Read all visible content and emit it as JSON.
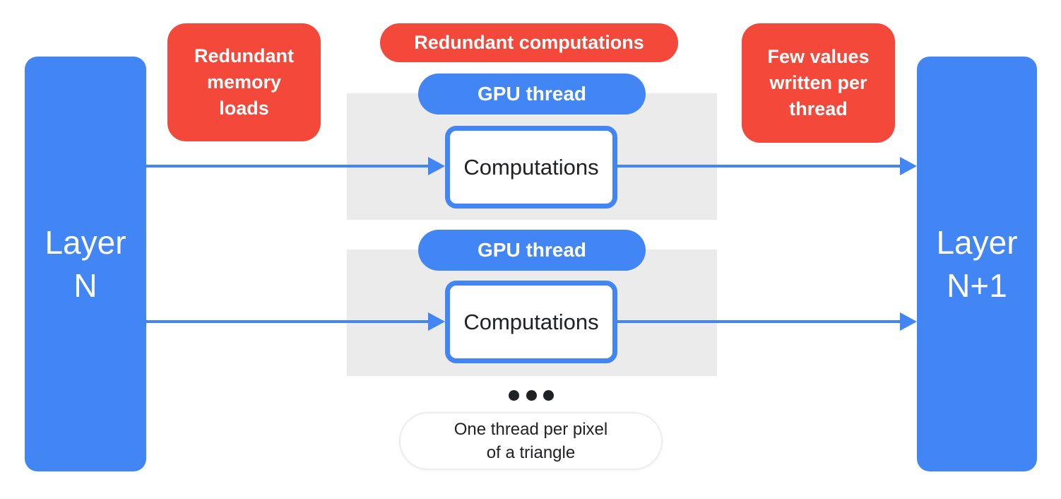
{
  "colors": {
    "blue": "#4285F4",
    "red": "#F4483B",
    "panel_gray": "#EBEBEB",
    "text_dark": "#202124",
    "white": "#FFFFFF"
  },
  "layers": {
    "left_label": "Layer\nN",
    "right_label": "Layer\nN+1"
  },
  "callouts": {
    "memory_loads": "Redundant\nmemory\nloads",
    "redundant_computations": "Redundant computations",
    "few_values": "Few values\nwritten per\nthread"
  },
  "thread_groups": [
    {
      "pill_label": "GPU thread",
      "box_label": "Computations"
    },
    {
      "pill_label": "GPU thread",
      "box_label": "Computations"
    }
  ],
  "ellipsis": {
    "dot_count": 3
  },
  "caption": "One thread per pixel\nof a triangle"
}
